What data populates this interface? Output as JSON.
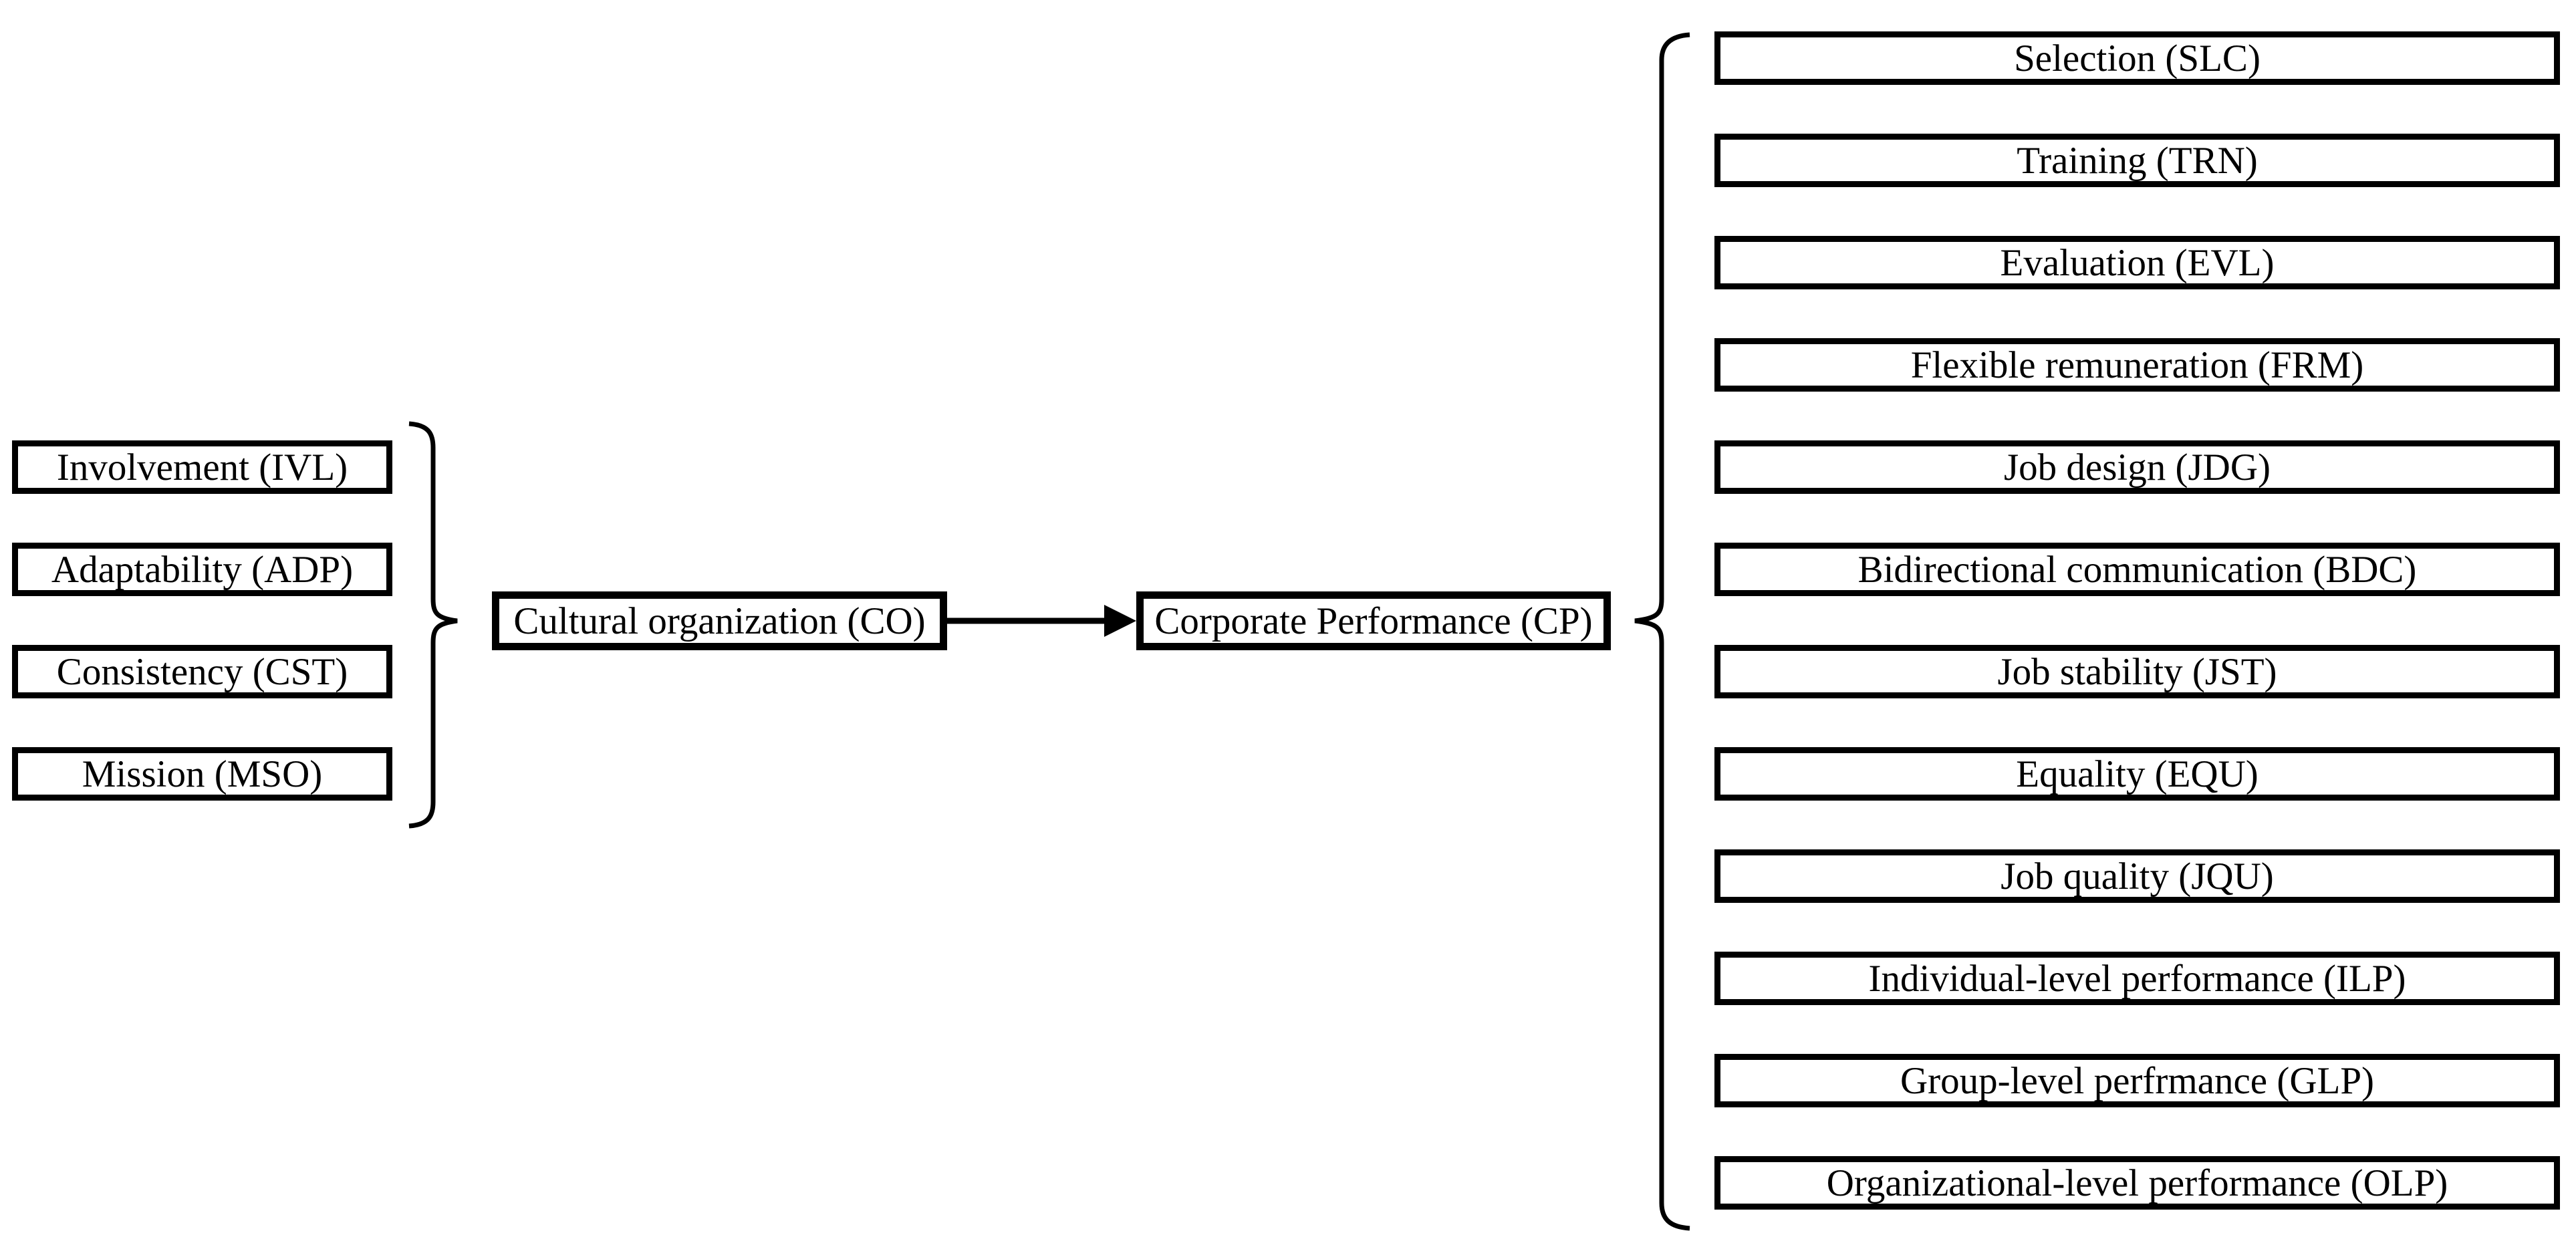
{
  "page": {
    "background_color": "#ffffff",
    "stroke_color": "#000000"
  },
  "diagram": {
    "left_group": {
      "items": [
        {
          "code": "IVL",
          "label": "Involvement (IVL)"
        },
        {
          "code": "ADP",
          "label": "Adaptability (ADP)"
        },
        {
          "code": "CST",
          "label": "Consistency (CST)"
        },
        {
          "code": "MSO",
          "label": "Mission (MSO)"
        }
      ]
    },
    "center": {
      "source_label": "Cultural organization (CO)",
      "target_label": "Corporate Performance (CP)",
      "connector": "arrow-right"
    },
    "right_group": {
      "items": [
        {
          "code": "SLC",
          "label": "Selection (SLC)"
        },
        {
          "code": "TRN",
          "label": "Training (TRN)"
        },
        {
          "code": "EVL",
          "label": "Evaluation (EVL)"
        },
        {
          "code": "FRM",
          "label": "Flexible remuneration (FRM)"
        },
        {
          "code": "JDG",
          "label": "Job design (JDG)"
        },
        {
          "code": "BDC",
          "label": "Bidirectional communication (BDC)"
        },
        {
          "code": "JST",
          "label": "Job stability (JST)"
        },
        {
          "code": "EQU",
          "label": "Equality (EQU)"
        },
        {
          "code": "JQU",
          "label": "Job quality (JQU)"
        },
        {
          "code": "ILP",
          "label": "Individual-level performance (ILP)"
        },
        {
          "code": "GLP",
          "label": "Group-level perfrmance (GLP)"
        },
        {
          "code": "OLP",
          "label": "Organizational-level performance (OLP)"
        }
      ]
    }
  }
}
